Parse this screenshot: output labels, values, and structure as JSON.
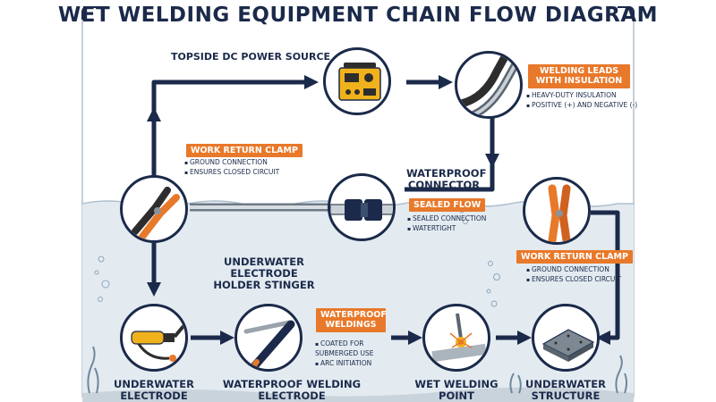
{
  "title": "WET WELDING EQUIPMENT CHAIN FLOW DIAGRAM",
  "colors": {
    "navy": "#1b2a4a",
    "orange": "#e8792a",
    "water": "#e3ebf1",
    "power_yellow": "#f0b21c"
  },
  "nodes": {
    "power_source": {
      "label": "TOPSIDE DC POWER SOURCE",
      "icon": "dc-welder-icon"
    },
    "welding_leads": {
      "tag": "WELDING LEADS WITH INSULATION",
      "notes": [
        "HEAVY-DUTY INSULATION",
        "POSITIVE (+) AND NEGATIVE (-)"
      ],
      "icon": "insulated-cable-icon"
    },
    "connector": {
      "label": "WATERPROOF CONNECTOR",
      "tag": "SEALED FLOW",
      "notes": [
        "SEALED CONNECTION",
        "WATERTIGHT"
      ],
      "icon": "cable-connector-icon"
    },
    "clamp_left": {
      "tag": "WORK RETURN CLAMP",
      "notes": [
        "GROUND CONNECTION",
        "ENSURES CLOSED CIRCUIT"
      ],
      "icon": "ground-clamp-icon"
    },
    "clamp_right": {
      "tag": "WORK RETURN CLAMP",
      "notes": [
        "GROUND CONNECTION",
        "ENSURES CLOSED CIRCUIT"
      ],
      "icon": "ground-clamp-icon"
    },
    "stinger": {
      "label": "UNDERWATER ELECTRODE HOLDER STINGER"
    },
    "electrode_holder": {
      "label": "UNDERWATER ELECTRODE",
      "icon": "electrode-holder-icon"
    },
    "waterproof_electrode": {
      "label": "WATERPROOF WELDING ELECTRODE",
      "tag": "WATERPROOF WELDINGS",
      "notes": [
        "COATED FOR SUBMERGED USE",
        "ARC INITIATION"
      ],
      "icon": "electrode-rod-icon"
    },
    "weld_point": {
      "label": "WET WELDING POINT",
      "icon": "arc-spark-icon"
    },
    "structure": {
      "label": "UNDERWATER STRUCTURE",
      "icon": "steel-plate-icon"
    }
  }
}
